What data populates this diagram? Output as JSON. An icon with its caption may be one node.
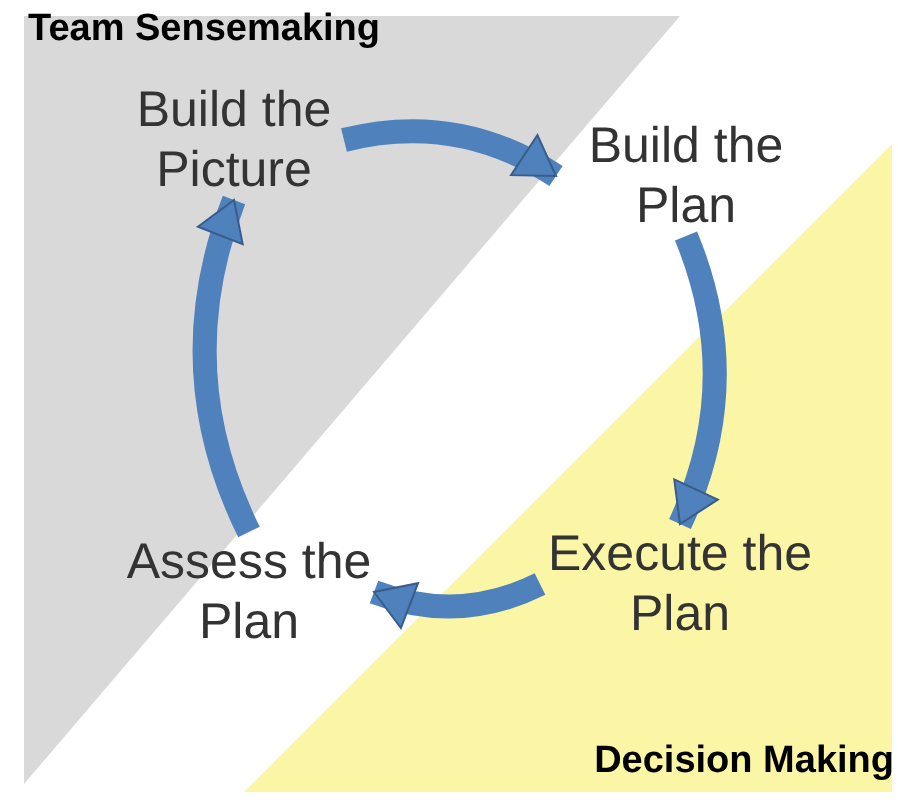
{
  "diagram": {
    "nodes": [
      {
        "text": [
          "Build the Picture"
        ]
      },
      {
        "text": [
          "Build the Plan"
        ]
      },
      {
        "text": [
          "Execute the Plan"
        ]
      },
      {
        "text": [
          "Assess the Plan"
        ]
      }
    ],
    "edges": [
      {
        "from": 0,
        "to": 1,
        "arrow": "to"
      },
      {
        "from": 1,
        "to": 2,
        "arrow": "to"
      },
      {
        "from": 2,
        "to": 3,
        "arrow": "to"
      },
      {
        "from": 3,
        "to": 0,
        "arrow": "to"
      }
    ],
    "labels": [
      "Team Sensemaking",
      "Decision Making"
    ]
  }
}
